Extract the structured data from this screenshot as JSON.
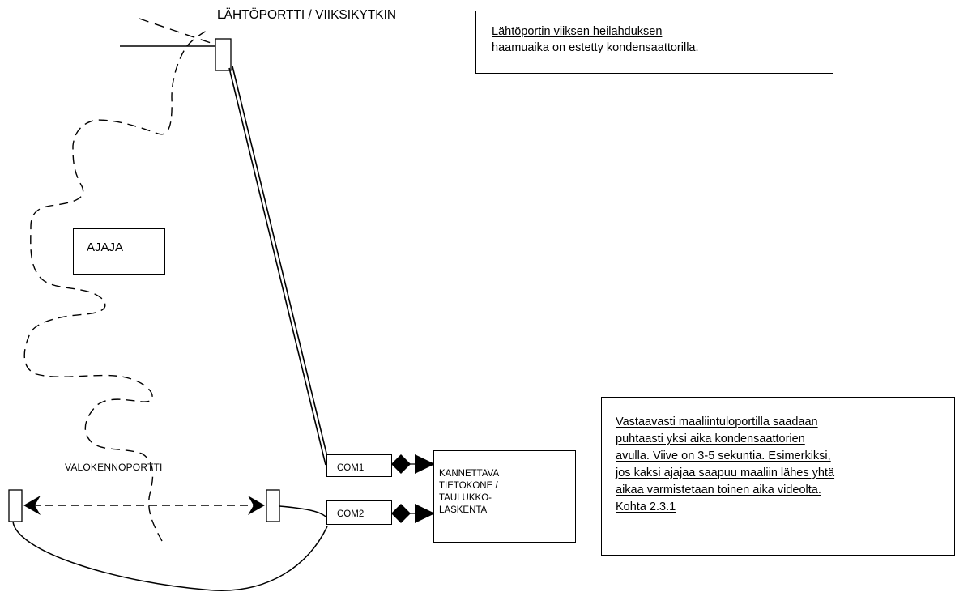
{
  "start_gate": {
    "label": "LÄHTÖPORTTI / VIIKSIKYTKIN"
  },
  "start_note": {
    "lines": [
      "Lähtöportin viiksen heilahduksen",
      "haamuaika on estetty kondensaattorilla."
    ]
  },
  "rider": {
    "label": "AJAJA"
  },
  "photocell_gate": {
    "label": "VALOKENNOPORTTI"
  },
  "ports": {
    "com1": "COM1",
    "com2": "COM2"
  },
  "computer": {
    "lines": [
      "KANNETTAVA",
      "TIETOKONE /",
      "TAULUKKO-",
      "LASKENTA"
    ]
  },
  "finish_note": {
    "lines": [
      "Vastaavasti maaliintuloportilla saadaan",
      "puhtaasti yksi aika kondensaattorien",
      "avulla. Viive on 3-5 sekuntia. Esimerkiksi,",
      "jos kaksi ajajaa saapuu maaliin lähes yhtä",
      "aikaa varmistetaan toinen aika videolta.",
      "Kohta 2.3.1"
    ]
  }
}
